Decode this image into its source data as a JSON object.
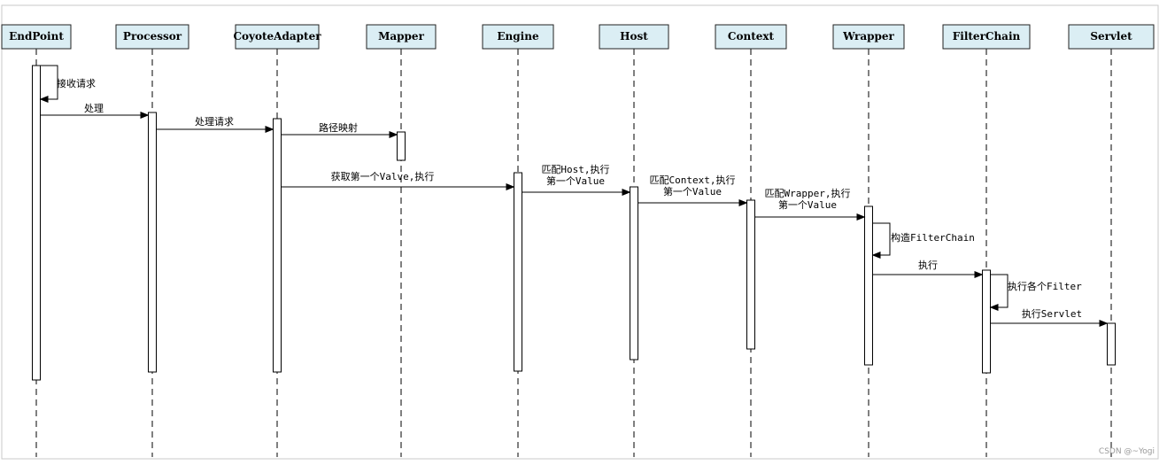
{
  "diagram": {
    "type": "sequence",
    "colors": {
      "actor_fill": "#dbeef4",
      "line": "#000000"
    },
    "actors": [
      {
        "id": "endpoint",
        "label": "EndPoint"
      },
      {
        "id": "processor",
        "label": "Processor"
      },
      {
        "id": "coyoteadapter",
        "label": "CoyoteAdapter"
      },
      {
        "id": "mapper",
        "label": "Mapper"
      },
      {
        "id": "engine",
        "label": "Engine"
      },
      {
        "id": "host",
        "label": "Host"
      },
      {
        "id": "context",
        "label": "Context"
      },
      {
        "id": "wrapper",
        "label": "Wrapper"
      },
      {
        "id": "filterchain",
        "label": "FilterChain"
      },
      {
        "id": "servlet",
        "label": "Servlet"
      }
    ],
    "messages": [
      {
        "from": "endpoint",
        "to": "endpoint",
        "lines": [
          "接收请求"
        ]
      },
      {
        "from": "endpoint",
        "to": "processor",
        "lines": [
          "处理"
        ]
      },
      {
        "from": "processor",
        "to": "coyoteadapter",
        "lines": [
          "处理请求"
        ]
      },
      {
        "from": "coyoteadapter",
        "to": "mapper",
        "lines": [
          "路径映射"
        ]
      },
      {
        "from": "coyoteadapter",
        "to": "engine",
        "lines": [
          "获取第一个Valve,执行"
        ]
      },
      {
        "from": "engine",
        "to": "host",
        "lines": [
          "匹配Host,执行",
          "第一个Value"
        ]
      },
      {
        "from": "host",
        "to": "context",
        "lines": [
          "匹配Context,执行",
          "第一个Value"
        ]
      },
      {
        "from": "context",
        "to": "wrapper",
        "lines": [
          "匹配Wrapper,执行",
          "第一个Value"
        ]
      },
      {
        "from": "wrapper",
        "to": "wrapper",
        "lines": [
          "构造FilterChain"
        ]
      },
      {
        "from": "wrapper",
        "to": "filterchain",
        "lines": [
          "执行"
        ]
      },
      {
        "from": "filterchain",
        "to": "filterchain",
        "lines": [
          "执行各个Filter"
        ]
      },
      {
        "from": "filterchain",
        "to": "servlet",
        "lines": [
          "执行Servlet"
        ]
      }
    ]
  },
  "watermark": "CSDN @~Yogi"
}
